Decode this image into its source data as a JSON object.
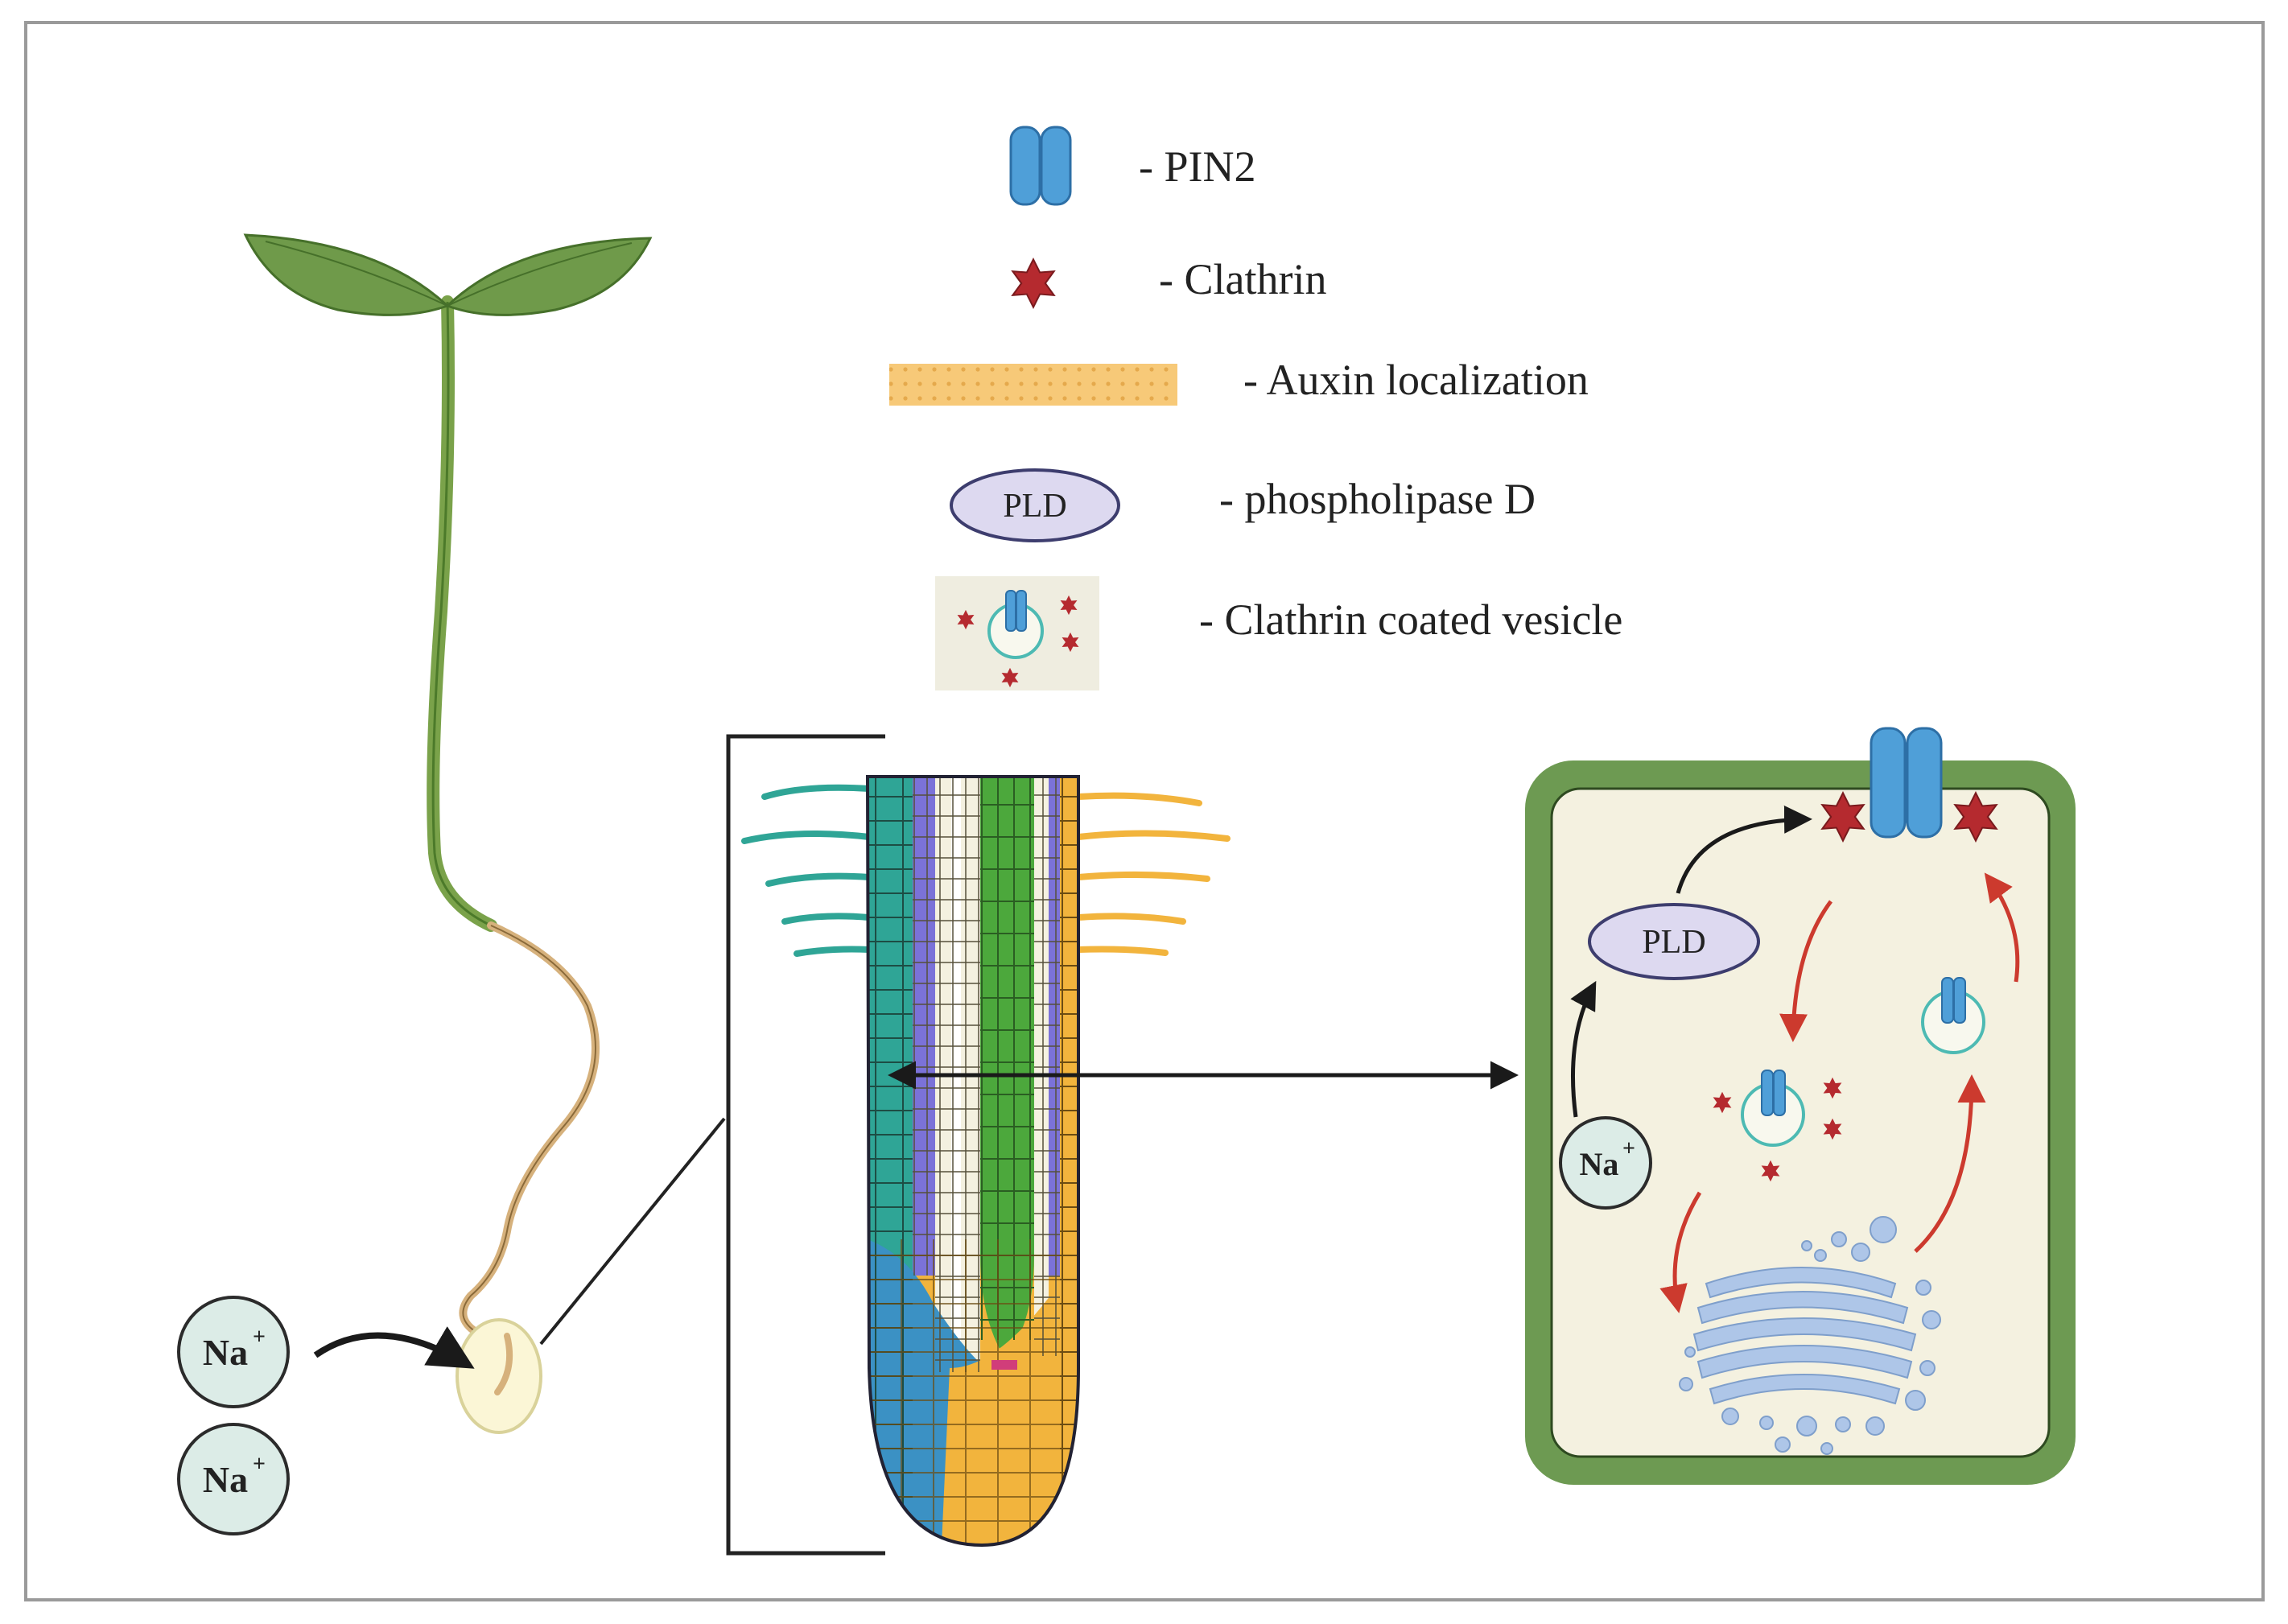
{
  "legend": {
    "pin2": "- PIN2",
    "clathrin": "- Clathrin",
    "auxin": "- Auxin localization",
    "pld": "- phospholipase D",
    "vesicle": "- Clathrin coated vesicle"
  },
  "pld_label": "PLD",
  "ion": {
    "symbol": "Na",
    "charge": "+"
  },
  "colors": {
    "pin2": "#4f9fd8",
    "clathrin": "#b52a2f",
    "auxin": "#f7c978",
    "pld_fill": "#ddd9f0",
    "pld_stroke": "#3d3d6e",
    "leaf": "#6f9a4a",
    "cell_wall": "#6d9a52",
    "cytoplasm": "#f4f1e0",
    "golgi": "#aec6e8",
    "epidermis": "#2fa596",
    "cortex": "#f2b43d",
    "endodermis": "#7b72d8",
    "stele": "#4ca83c",
    "columella": "#3b91c4",
    "red_arrow": "#cc3a2e"
  }
}
